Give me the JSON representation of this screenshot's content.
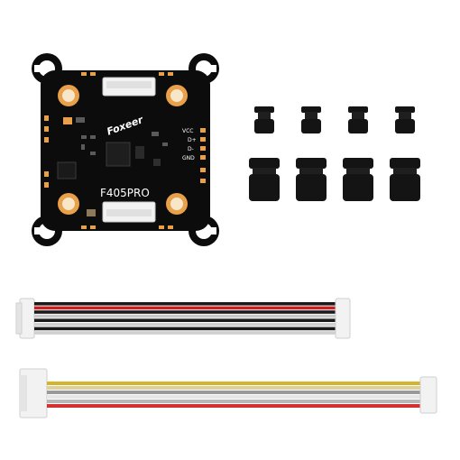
{
  "board": {
    "model_label": "F405PRO",
    "brand_label": "Foxeer",
    "pad_labels": [
      "VCC",
      "D+",
      "D-",
      "GND"
    ]
  },
  "grommets": {
    "small_count": 4,
    "large_count": 4
  },
  "cables": {
    "cable_a_wires": [
      "#1a1a1a",
      "#c81e1e",
      "#1a1a1a",
      "#c8c8c8",
      "#1a1a1a",
      "#d0d0d0",
      "#1a1a1a",
      "#cfcfcf"
    ],
    "cable_b_wires": [
      "#d6b42a",
      "#ddd0a0",
      "#9a9a9a",
      "#e6e6e6",
      "#b8b8b8",
      "#d43030"
    ]
  },
  "colors": {
    "pcb": "#0c0c0c",
    "pad_gold": "#e8a04a",
    "connector_white": "#f2f2f2",
    "rubber": "#141414"
  }
}
